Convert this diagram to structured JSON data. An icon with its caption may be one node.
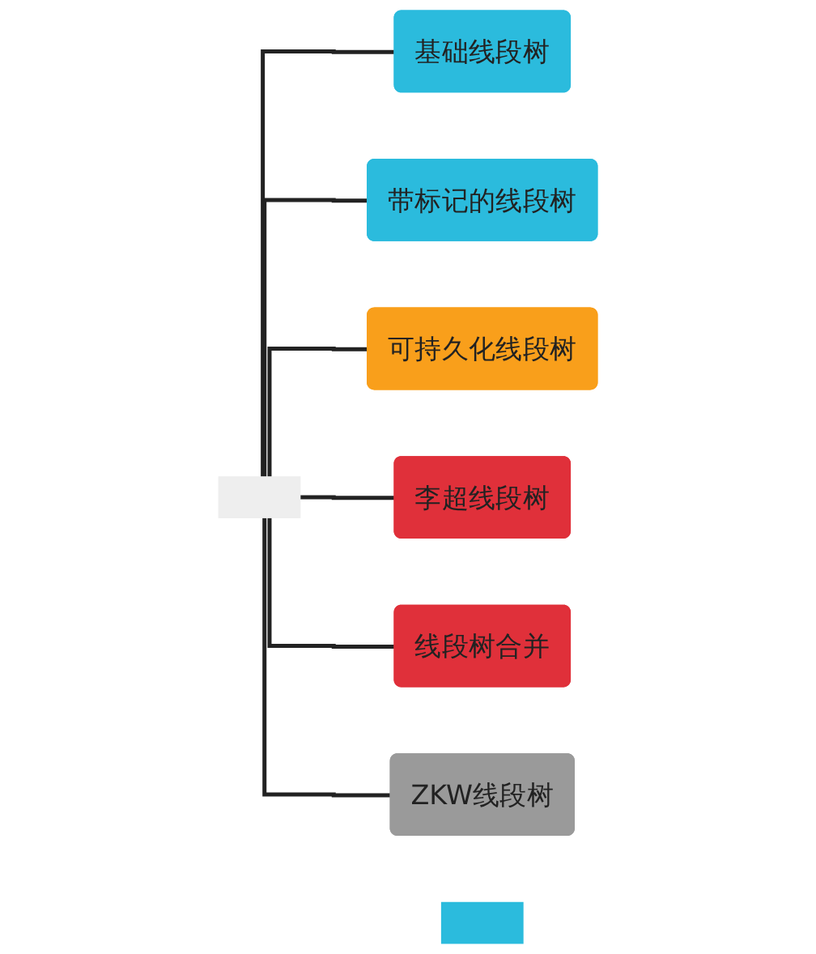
{
  "diagram": {
    "nodes": [
      {
        "text": [],
        "shape": "box"
      },
      {
        "text": [
          "基础线段树"
        ]
      },
      {
        "text": [
          "带标记的线段树"
        ]
      },
      {
        "text": [
          "可持久化线段树"
        ]
      },
      {
        "text": [
          "李超线段树"
        ]
      },
      {
        "text": [
          "线段树合并"
        ]
      },
      {
        "text": [
          "ZKW线段树"
        ]
      },
      {
        "text": [],
        "shape": "box"
      }
    ],
    "edges": [
      {
        "from": 0,
        "to": 1,
        "arrow": "none"
      },
      {
        "from": 0,
        "to": 2,
        "arrow": "none"
      },
      {
        "from": 0,
        "to": 3,
        "arrow": "none"
      },
      {
        "from": 0,
        "to": 4,
        "arrow": "none"
      },
      {
        "from": 0,
        "to": 5,
        "arrow": "none"
      },
      {
        "from": 0,
        "to": 6,
        "arrow": "none"
      }
    ]
  }
}
